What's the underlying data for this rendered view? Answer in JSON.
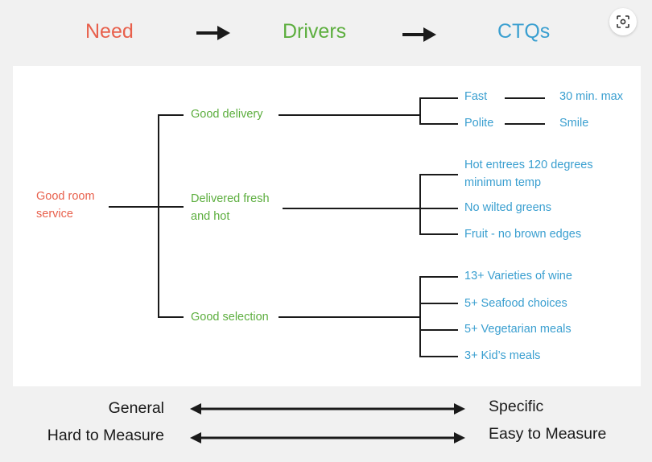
{
  "header": {
    "need": "Need",
    "drivers": "Drivers",
    "ctqs": "CTQs"
  },
  "colors": {
    "need": "#e8604c",
    "driver": "#5cae3e",
    "ctq": "#3a9fd0",
    "line": "#1a1a1a"
  },
  "tree": {
    "need_line1": "Good room",
    "need_line2": "service",
    "drivers": [
      {
        "label": "Good delivery",
        "ctqs": [
          {
            "label": "Fast",
            "detail": "30 min. max"
          },
          {
            "label": "Polite",
            "detail": "Smile"
          }
        ]
      },
      {
        "label_line1": "Delivered fresh",
        "label_line2": "and hot",
        "ctqs": [
          {
            "line1": "Hot entrees 120 degrees",
            "line2": "minimum temp"
          },
          {
            "label": "No wilted greens"
          },
          {
            "label": "Fruit - no brown edges"
          }
        ]
      },
      {
        "label": "Good selection",
        "ctqs": [
          {
            "label": "13+ Varieties of wine"
          },
          {
            "label": "5+ Seafood choices"
          },
          {
            "label": "5+ Vegetarian meals"
          },
          {
            "label": "3+ Kid’s meals"
          }
        ]
      }
    ]
  },
  "scale": {
    "row1_left": "General",
    "row1_right": "Specific",
    "row2_left": "Hard to Measure",
    "row2_right": "Easy to Measure"
  },
  "icons": {
    "header_arrow": "right-arrow-icon",
    "scale_arrow": "double-arrow-icon",
    "scan": "scan-icon"
  }
}
